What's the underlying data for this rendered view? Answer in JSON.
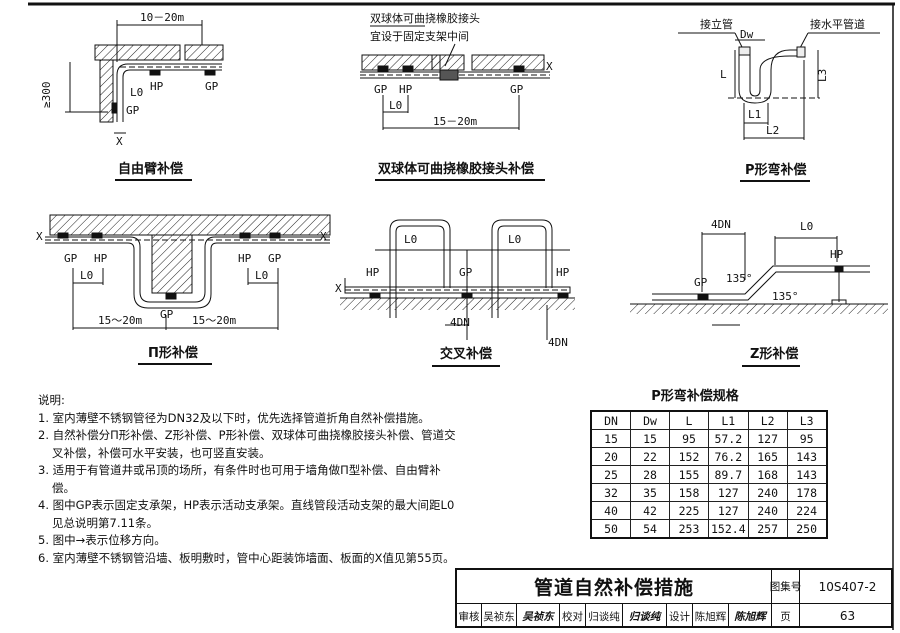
{
  "diagrams": {
    "free_arm": {
      "title": "自由臂补偿",
      "labels": {
        "span": "10－20m",
        "hp": "HP",
        "gp1": "GP",
        "l0": "L0",
        "gp2": "GP",
        "min": "≥300",
        "x": "X"
      }
    },
    "double_ball": {
      "title": "双球体可曲挠橡胶接头补偿",
      "callout": [
        "双球体可曲挠橡胶接头",
        "宜设于固定支架中间"
      ],
      "labels": {
        "gp1": "GP",
        "hp": "HP",
        "gp2": "GP",
        "l0": "L0",
        "span": "15－20m",
        "x": "X"
      }
    },
    "p_bend": {
      "title": "P形弯补偿",
      "labels": {
        "riser": "接立管",
        "horizontal": "接水平管道",
        "dw": "Dw",
        "l": "L",
        "l1": "L1",
        "l2": "L2",
        "l3": "L3"
      }
    },
    "pi_shape": {
      "title": "Π形补偿",
      "labels": {
        "gp_l": "GP",
        "hp_l": "HP",
        "hp_r": "HP",
        "gp_r": "GP",
        "l0_l": "L0",
        "l0_r": "L0",
        "gp_mid": "GP",
        "span_l": "15～20m",
        "span_r": "15～20m",
        "x_l": "X",
        "x_r": "X"
      }
    },
    "cross": {
      "title": "交叉补偿",
      "labels": {
        "l0_a": "L0",
        "l0_b": "L0",
        "hp_l": "HP",
        "gp": "GP",
        "hp_r": "HP",
        "dn_a": "4DN",
        "dn_b": "4DN",
        "x": "X"
      }
    },
    "z_shape": {
      "title": "Z形补偿",
      "labels": {
        "dn": "4DN",
        "l0": "L0",
        "gp": "GP",
        "hp": "HP",
        "angle1": "135°",
        "angle2": "135°"
      }
    }
  },
  "notes": {
    "heading": "说明:",
    "items": [
      "1. 室内薄壁不锈钢管径为DN32及以下时，优先选择管道折角自然补偿措施。",
      "2. 自然补偿分Π形补偿、Z形补偿、P形补偿、双球体可曲挠橡胶接头补偿、管道交叉补偿，补偿可水平安装，也可竖直安装。",
      "3. 适用于有管道井或吊顶的场所，有条件时也可用于墙角做Π型补偿、自由臂补偿。",
      "4. 图中GP表示固定支承架，HP表示活动支承架。直线管段活动支架的最大间距L0见总说明第7.11条。",
      "5. 图中→表示位移方向。",
      "6. 室内薄壁不锈钢管沿墙、板明敷时，管中心距装饰墙面、板面的X值见第55页。"
    ]
  },
  "spec_table": {
    "title": "P形弯补偿规格",
    "headers": [
      "DN",
      "Dw",
      "L",
      "L1",
      "L2",
      "L3"
    ],
    "rows": [
      [
        "15",
        "15",
        "95",
        "57.2",
        "127",
        "95"
      ],
      [
        "20",
        "22",
        "152",
        "76.2",
        "165",
        "143"
      ],
      [
        "25",
        "28",
        "155",
        "89.7",
        "168",
        "143"
      ],
      [
        "32",
        "35",
        "158",
        "127",
        "240",
        "178"
      ],
      [
        "40",
        "42",
        "225",
        "127",
        "240",
        "224"
      ],
      [
        "50",
        "54",
        "253",
        "152.4",
        "257",
        "250"
      ]
    ]
  },
  "title_block": {
    "title": "管道自然补偿措施",
    "atlas_label": "图集号",
    "atlas_no": "10S407-2",
    "review_label": "审核",
    "reviewer": "吴祯东",
    "reviewer_sig": "吴祯东",
    "check_label": "校对",
    "checker": "归谈纯",
    "checker_sig": "归谈纯",
    "design_label": "设计",
    "designer": "陈旭辉",
    "designer_sig": "陈旭辉",
    "page_label": "页",
    "page_no": "63"
  }
}
